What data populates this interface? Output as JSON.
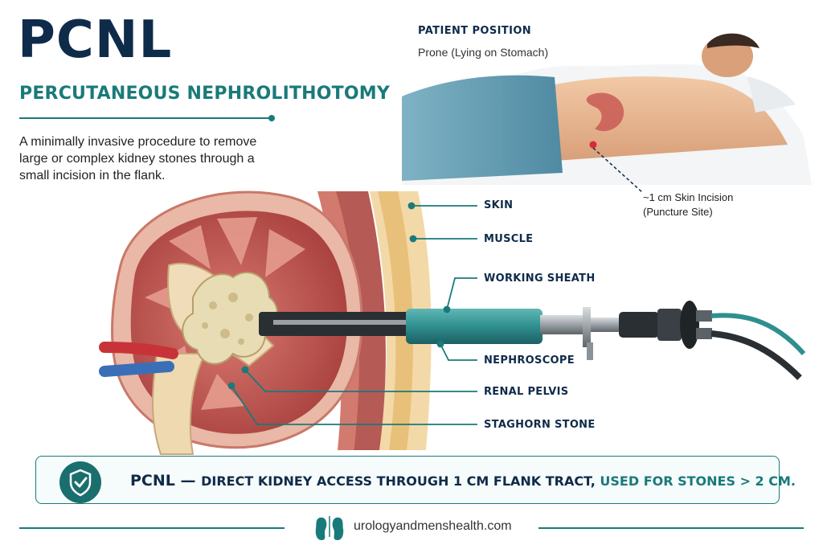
{
  "title": "PCNL",
  "subtitle": "PERCUTANEOUS NEPHROLITHOTOMY",
  "description": "A minimally invasive procedure to remove large or complex kidney stones through a small incision in the flank.",
  "patient_position": {
    "heading": "PATIENT POSITION",
    "detail": "Prone (Lying on Stomach)"
  },
  "incision": {
    "line1": "~1 cm Skin Incision",
    "line2": "(Puncture Site)"
  },
  "callouts": {
    "skin": "SKIN",
    "muscle": "MUSCLE",
    "working_sheath": "WORKING SHEATH",
    "nephroscope": "NEPHROSCOPE",
    "renal_pelvis": "RENAL PELVIS",
    "staghorn_stone": "STAGHORN STONE"
  },
  "banner": {
    "lead": "PCNL",
    "dash": " — ",
    "main": "DIRECT KIDNEY ACCESS THROUGH 1 CM FLANK TRACT,",
    "emphasis": " USED FOR STONES > 2 CM."
  },
  "footer": {
    "url": "urologyandmenshealth.com"
  },
  "icons": {
    "badge": "shield-check-icon",
    "footer": "kidney-icon"
  },
  "colors": {
    "navy": "#0f2b4a",
    "teal": "#1a7a7a",
    "kidney": "#b84a4a",
    "stone": "#e8dcb5",
    "sheath": "#2f8f8f"
  }
}
